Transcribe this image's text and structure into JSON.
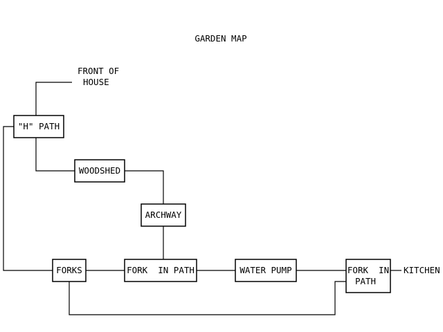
{
  "title": "GARDEN MAP",
  "labels": {
    "front_of_house": [
      "FRONT OF",
      "HOUSE"
    ],
    "kitchen": "KITCHEN"
  },
  "nodes": {
    "h_path": "\"H\" PATH",
    "woodshed": "WOODSHED",
    "archway": "ARCHWAY",
    "forks": "FORKS",
    "fork_in_path_1": "FORK  IN PATH",
    "water_pump": "WATER PUMP",
    "fork_in_path_2": [
      "FORK  IN",
      "PATH"
    ]
  }
}
